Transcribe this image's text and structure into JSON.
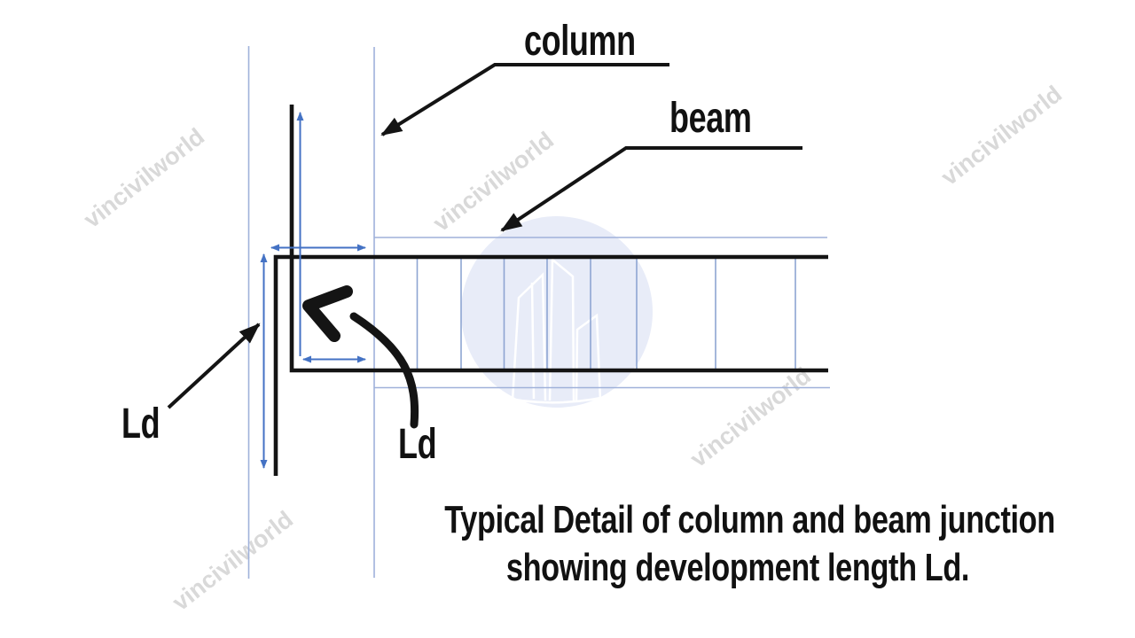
{
  "diagram": {
    "labels": {
      "column": "column",
      "beam": "beam",
      "ld_left": "Ld",
      "ld_center": "Ld"
    },
    "caption": {
      "line1": "Typical Detail of column and beam junction",
      "line2": "showing development length Ld."
    },
    "watermark": {
      "text": "vincivilworld"
    },
    "colors": {
      "construction_line_blue": "#9fb1da",
      "dimension_arrow_blue": "#4472c4",
      "rebar_black": "#141414",
      "label_black": "#111111",
      "watermark_gray": "#d9d9d9",
      "logo_circle_fill": "#e8ecf8"
    }
  }
}
